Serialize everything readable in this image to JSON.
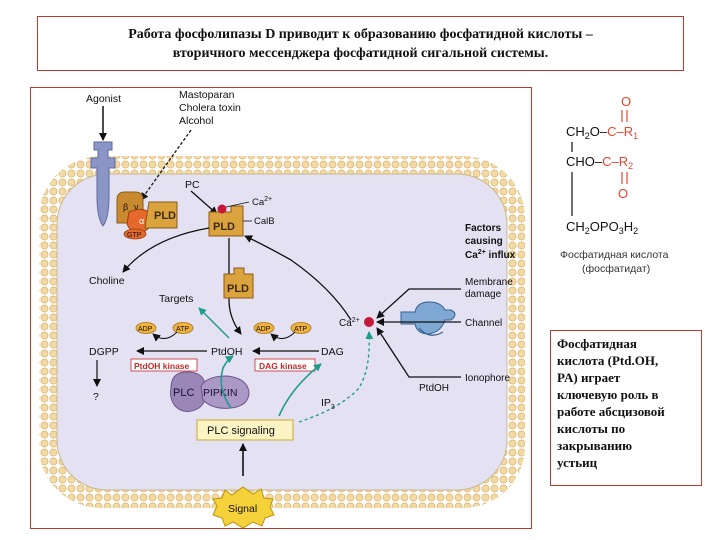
{
  "title": {
    "line1": "Работа фосфолипазы D приводит к образованию фосфатидной кислоты –",
    "line2": "вторичного мессенджера фосфатидной сигальной системы."
  },
  "diagram": {
    "agonist": "Agonist",
    "activators": [
      "Mastoparan",
      "Cholera toxin",
      "Alcohol"
    ],
    "pc": "PC",
    "ca_label": "Ca",
    "ca_sup": "2+",
    "calb": "CalB",
    "pld": "PLD",
    "gtp": "GTP",
    "beta": "β",
    "gamma": "γ",
    "alpha": "α",
    "choline": "Choline",
    "targets": "Targets",
    "factors_line1": "Factors",
    "factors_line2": "causing",
    "factors_line3_ca": "Ca",
    "factors_line3_sup": "2+",
    "factors_line3_rest": " influx",
    "membrane_damage_1": "Membrane",
    "membrane_damage_2": "damage",
    "channel": "Channel",
    "ionophore": "Ionophore",
    "adp": "ADP",
    "atp": "ATP",
    "dgpp": "DGPP",
    "question": "?",
    "ptdoh_kinase": "PtdOH kinase",
    "ptdoh": "PtdOH",
    "dag_kinase": "DAG kinase",
    "dag": "DAG",
    "plc": "PLC",
    "pipkin": "PIPKIN",
    "ip3": "IP",
    "ip3_sub": "3",
    "plc_signaling": "PLC signaling",
    "signal": "Signal",
    "ptdoh_outside": "PtdOH"
  },
  "formula": {
    "row1_left": "CH",
    "row1_sub": "2",
    "row1_mid": "O–",
    "row1_c": "C",
    "row1_r": "–R",
    "row1_rsub": "1",
    "row2_left": "CHO–",
    "row2_c": "C",
    "row2_r": "–R",
    "row2_rsub": "2",
    "row3": "CH",
    "row3_sub1": "2",
    "row3_mid": "OPO",
    "row3_sub2": "3",
    "row3_h": "H",
    "row3_sub3": "2",
    "o_top": "O",
    "o_mid": "O",
    "caption_line1": "Фосфатидная кислота",
    "caption_line2": "(фосфатидат)"
  },
  "note": {
    "lines": [
      "Фосфатидная",
      "кислота (Ptd.OH,",
      "PA)  играет",
      "ключевую роль в",
      "работе абсцизовой",
      "кислоты по",
      "закрыванию",
      "устьиц"
    ]
  },
  "colors": {
    "frame_border": "#c0392b",
    "membrane_bead": "#f3d9a4",
    "membrane_bead_stroke": "#d2a85c",
    "cell_interior": "#e4e1f3",
    "pld_fill": "#dba33e",
    "g_protein_fill": "#c98a2f",
    "alpha_fill": "#e4692b",
    "receptor_fill": "#8b95c6",
    "plc_fill": "#9b86b8",
    "teal_arrow": "#1f9c8c",
    "ca_dot": "#c4173a",
    "formula_red": "#e2452f",
    "kinase_red": "#c62828",
    "signal_yellow": "#f5d13a",
    "plc_signaling_fill": "#fbf3c3",
    "channel_blue": "#7fa7d3"
  }
}
